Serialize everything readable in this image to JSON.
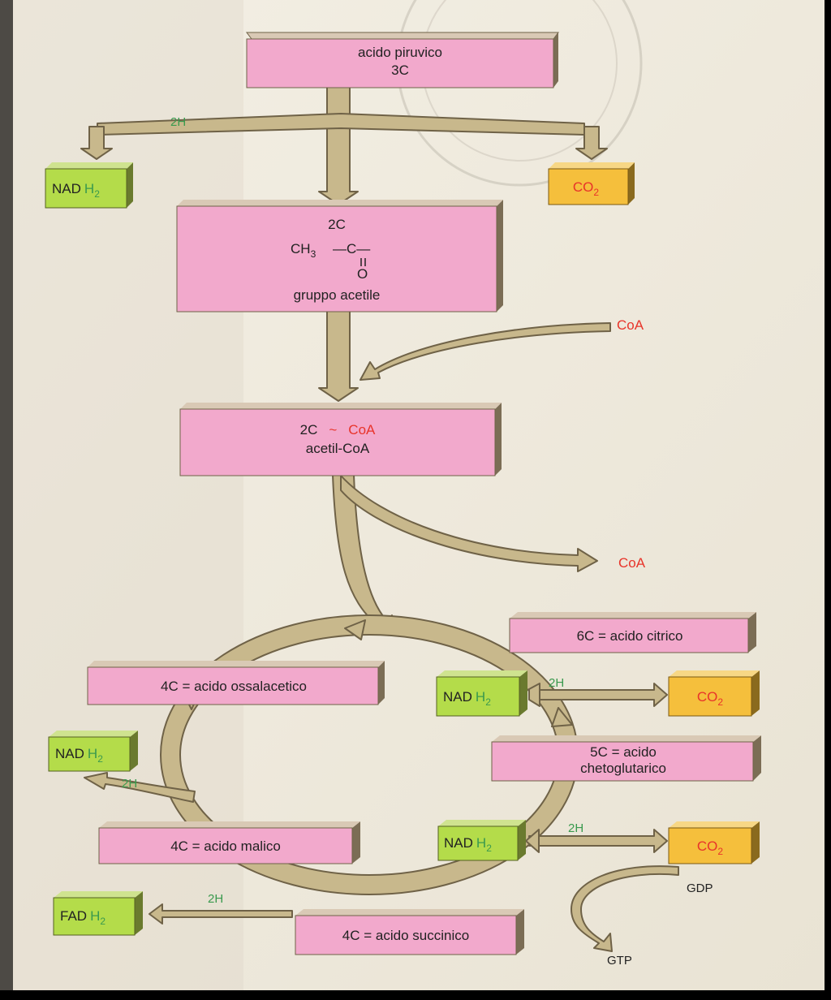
{
  "colors": {
    "page": "#efeade",
    "box_pink": "#f2a9cc",
    "box_pink_side": "#7b6d55",
    "box_green": "#b4dc4a",
    "box_orange": "#f5bf3c",
    "arrow": "#c8b88c",
    "arrow_stroke": "#6f6247",
    "text_red": "#e8342a",
    "text_green": "#3a9a4e",
    "text_dark": "#222222"
  },
  "boxes": {
    "pyruvic": {
      "line1": "acido piruvico",
      "line2": "3C"
    },
    "acetyl_group": {
      "top": "2C",
      "ch3": "CH",
      "ch3_sub": "3",
      "bond": "—C—",
      "o": "O",
      "label": "gruppo acetile"
    },
    "acetyl_coa": {
      "prefix": "2C",
      "tilde": "~",
      "coa": "CoA",
      "label": "acetil-CoA"
    },
    "citric": {
      "label": "6C = acido citrico"
    },
    "ketoglutaric": {
      "line1": "5C = acido",
      "line2": "chetoglutarico"
    },
    "oxaloacetic": {
      "label": "4C = acido ossalacetico"
    },
    "malic": {
      "label": "4C = acido malico"
    },
    "succinic": {
      "label": "4C = acido succinico"
    }
  },
  "cofactors": {
    "nadh_top": {
      "base": "NAD",
      "h": "H",
      "sub": "2"
    },
    "co2_top": {
      "base": "CO",
      "sub": "2"
    },
    "nadh_cycle1": {
      "base": "NAD",
      "h": "H",
      "sub": "2"
    },
    "co2_cycle1": {
      "base": "CO",
      "sub": "2"
    },
    "nadh_cycle2": {
      "base": "NAD",
      "h": "H",
      "sub": "2"
    },
    "co2_cycle2": {
      "base": "CO",
      "sub": "2"
    },
    "nadh_left": {
      "base": "NAD",
      "h": "H",
      "sub": "2"
    },
    "fadh_left": {
      "base": "FAD",
      "h": "H",
      "sub": "2"
    }
  },
  "labels": {
    "two_h": "2H",
    "coa_in": "CoA",
    "coa_out": "CoA",
    "gdp": "GDP",
    "gtp": "GTP"
  }
}
